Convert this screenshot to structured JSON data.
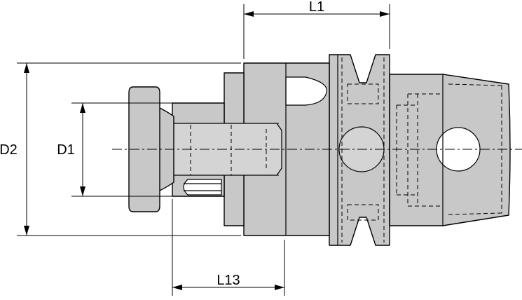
{
  "dimensions": {
    "l1": "L1",
    "l13": "L13",
    "d1": "D1",
    "d2": "D2"
  }
}
